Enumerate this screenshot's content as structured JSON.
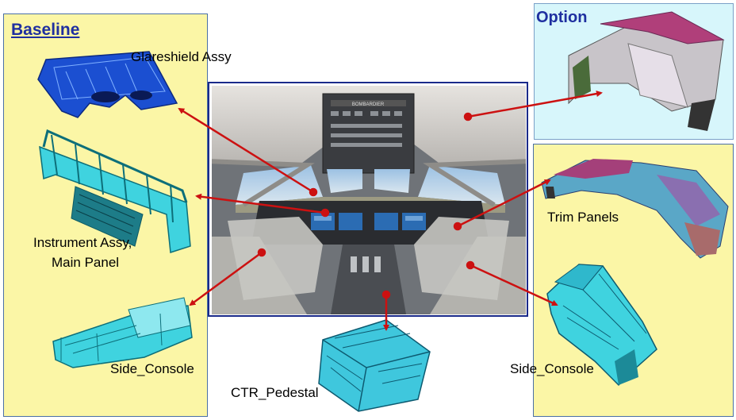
{
  "sections": {
    "baseline": "Baseline",
    "option": "Option"
  },
  "parts": {
    "glareshield": "Glareshield Assy",
    "instrument_line1": "Instrument Assy,",
    "instrument_line2": "Main Panel",
    "side_console_left": "Side_Console",
    "ctr_pedestal": "CTR_Pedestal",
    "trim_panels": "Trim Panels",
    "side_console_right": "Side_Console"
  },
  "photo": {
    "brand_plate": "BOMBARDIER"
  },
  "colors": {
    "baseline_bg": "#fbf6a6",
    "option_bg": "#d7f6fb",
    "title_blue": "#1f2fa0",
    "arrow_red": "#cc1111",
    "cad_cyan": "#3fd3df",
    "cad_blue": "#1b4fd1"
  }
}
